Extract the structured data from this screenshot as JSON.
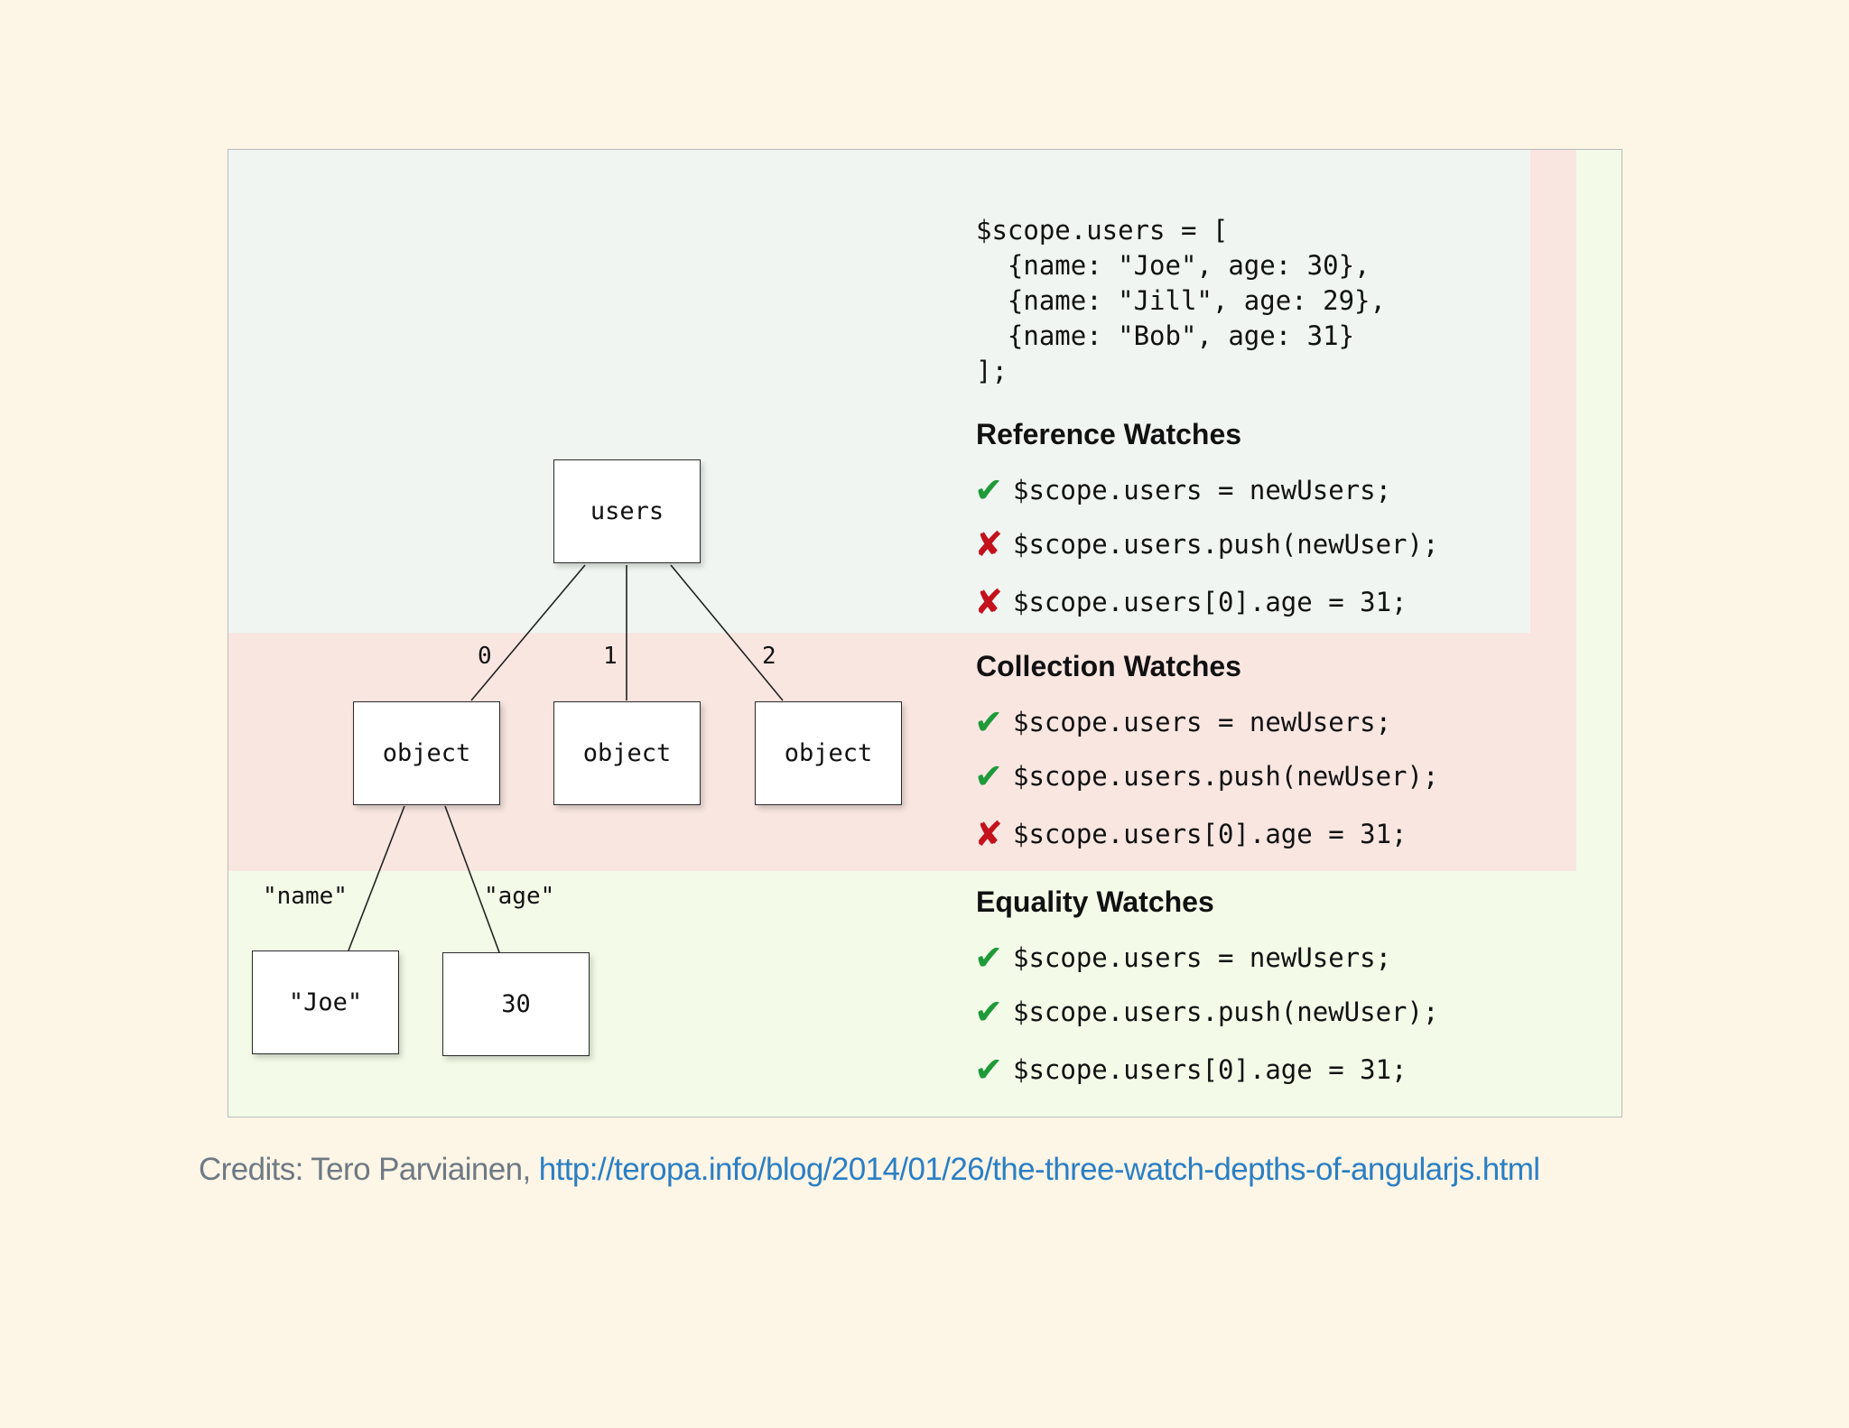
{
  "code": {
    "lines": [
      "$scope.users = [",
      "  {name: \"Joe\", age: 30},",
      "  {name: \"Jill\", age: 29},",
      "  {name: \"Bob\", age: 31}",
      "];"
    ]
  },
  "tree": {
    "root": "users",
    "children": [
      "object",
      "object",
      "object"
    ],
    "child_edge_labels": [
      "0",
      "1",
      "2"
    ],
    "leaves": [
      "\"Joe\"",
      "30"
    ],
    "leaf_edge_labels": [
      "\"name\"",
      "\"age\""
    ]
  },
  "sections": [
    {
      "title": "Reference Watches",
      "color": "#f0f5f2",
      "rules": [
        {
          "ok": true,
          "mark": "✔",
          "code": "$scope.users = newUsers;"
        },
        {
          "ok": false,
          "mark": "✘",
          "code": "$scope.users.push(newUser);"
        },
        {
          "ok": false,
          "mark": "✘",
          "code": "$scope.users[0].age = 31;"
        }
      ]
    },
    {
      "title": "Collection Watches",
      "color": "#f9e6e1",
      "rules": [
        {
          "ok": true,
          "mark": "✔",
          "code": "$scope.users = newUsers;"
        },
        {
          "ok": true,
          "mark": "✔",
          "code": "$scope.users.push(newUser);"
        },
        {
          "ok": false,
          "mark": "✘",
          "code": "$scope.users[0].age = 31;"
        }
      ]
    },
    {
      "title": "Equality Watches",
      "color": "#f3fbe8",
      "rules": [
        {
          "ok": true,
          "mark": "✔",
          "code": "$scope.users = newUsers;"
        },
        {
          "ok": true,
          "mark": "✔",
          "code": "$scope.users.push(newUser);"
        },
        {
          "ok": true,
          "mark": "✔",
          "code": "$scope.users[0].age = 31;"
        }
      ]
    }
  ],
  "colors": {
    "check": "#1f9a3a",
    "cross": "#c3121c",
    "link": "#2a7fc4",
    "page_background": "#fdf5e6"
  },
  "credits": {
    "prefix": "Credits: Tero Parviainen,",
    "link_text": "http://teropa.info/blog/2014/01/26/the-three-watch-depths-of-angularjs.html"
  }
}
